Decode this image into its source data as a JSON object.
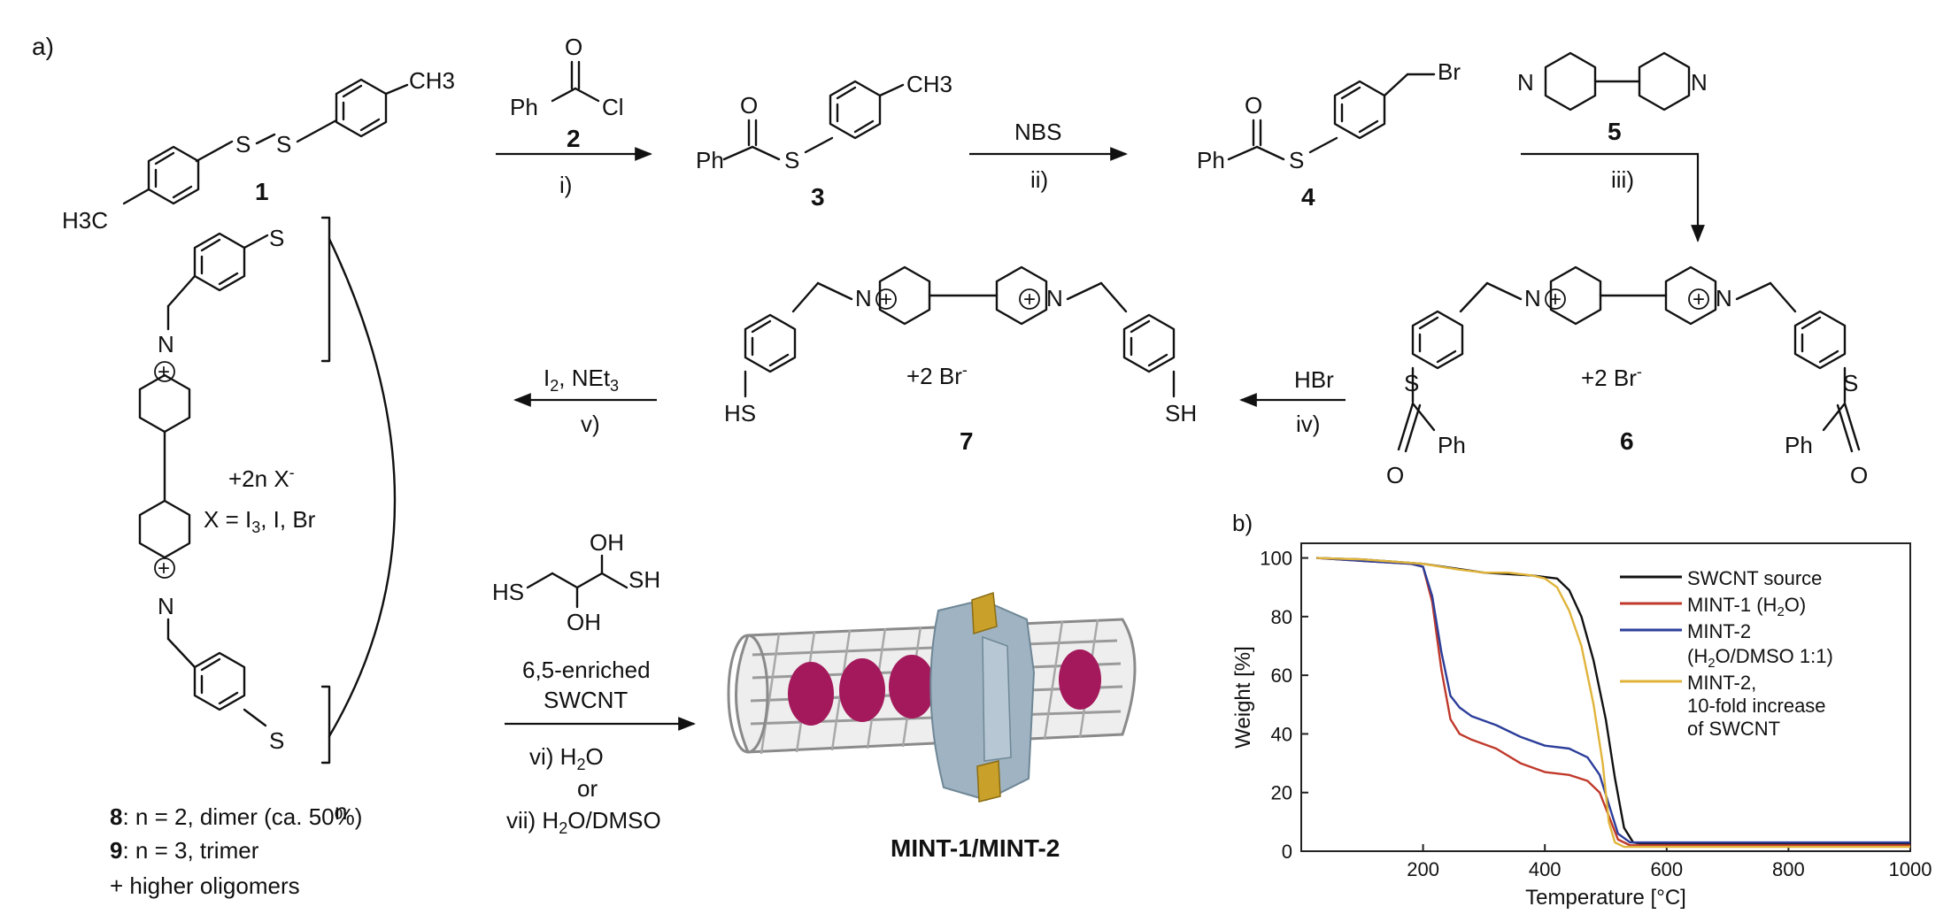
{
  "panel_labels": {
    "a": "a)",
    "b": "b)"
  },
  "compounds": {
    "c1": {
      "number": "1",
      "methyl_top": "CH3",
      "methyl_bottom": "H3C",
      "s1": "S",
      "s2": "S"
    },
    "c2": {
      "number": "2",
      "o": "O",
      "ph": "Ph",
      "cl": "Cl"
    },
    "c3": {
      "number": "3",
      "o": "O",
      "ph": "Ph",
      "s": "S",
      "methyl": "CH3"
    },
    "c4": {
      "number": "4",
      "o": "O",
      "ph": "Ph",
      "s": "S",
      "br": "Br"
    },
    "c5": {
      "number": "5",
      "n1": "N",
      "n2": "N"
    },
    "c6": {
      "number": "6",
      "counterion": "+2 Br",
      "counterion_sup": "-",
      "ph": "Ph",
      "s": "S",
      "o": "O",
      "n": "N",
      "plus": "+"
    },
    "c7": {
      "number": "7",
      "counterion": "+2 Br",
      "counterion_sup": "-",
      "hs": "HS",
      "sh": "SH",
      "n": "N",
      "plus": "+"
    },
    "c8": {
      "caption": ": n = 2, dimer (ca. 50%)",
      "number": "8",
      "s": "S",
      "n": "N",
      "plus": "+",
      "counterion": "+2n X",
      "counterion_sup": "-",
      "x_def_a": "X = I",
      "x_def_sub": "3",
      "x_def_b": ", I, Br",
      "subscript_n": "n"
    },
    "c9": {
      "caption": ": n = 3, trimer",
      "number": "9"
    },
    "oligomers": "+ higher oligomers",
    "dithiol": {
      "hs": "HS",
      "sh": "SH",
      "oh1": "OH",
      "oh2": "OH"
    },
    "product": "MINT-1/MINT-2"
  },
  "reactions": {
    "i": {
      "step": "i)"
    },
    "ii": {
      "reagent": "NBS",
      "step": "ii)"
    },
    "iii": {
      "step": "iii)"
    },
    "iv": {
      "reagent": "HBr",
      "step": "iv)"
    },
    "v": {
      "reagent_a": "I",
      "reagent_sub": "2",
      "reagent_b": ", NEt",
      "reagent_sub2": "3",
      "step": "v)"
    },
    "final": {
      "line1": "6,5-enriched",
      "line2": "SWCNT",
      "vi_a": "vi) H",
      "vi_sub": "2",
      "vi_b": "O",
      "or": "or",
      "vii_a": "vii) H",
      "vii_sub": "2",
      "vii_b": "O/DMSO"
    }
  },
  "colors": {
    "mint1": "#c0392b",
    "mint2": "#2c3e9a",
    "mint2_10x": "#e0b43a",
    "source": "#111111",
    "ring": "#9fb3c2",
    "ring_edge": "#c9a12a",
    "guest": "#a3195b",
    "tube": "#9a9a9a"
  },
  "chart_data": {
    "type": "line",
    "xlabel": "Temperature [°C]",
    "ylabel": "Weight [%]",
    "xlim": [
      0,
      1000
    ],
    "ylim": [
      0,
      105
    ],
    "xticks": [
      200,
      400,
      600,
      800,
      1000
    ],
    "yticks": [
      0,
      20,
      40,
      60,
      80,
      100
    ],
    "grid": false,
    "legend_position": "top-right",
    "series": [
      {
        "name": "SWCNT source",
        "color": "#111111",
        "x": [
          25,
          100,
          200,
          300,
          380,
          420,
          440,
          460,
          480,
          500,
          515,
          530,
          545,
          560,
          600,
          800,
          1000
        ],
        "y": [
          100,
          99.5,
          98,
          95,
          94,
          93,
          89,
          80,
          65,
          45,
          25,
          8,
          3,
          2.5,
          2.5,
          2.5,
          2.5
        ]
      },
      {
        "name_a": "MINT-1 (H",
        "name_sub": "2",
        "name_b": "O)",
        "color": "#c0392b",
        "x": [
          25,
          100,
          180,
          200,
          215,
          230,
          245,
          260,
          280,
          320,
          360,
          400,
          440,
          470,
          490,
          505,
          520,
          540,
          600,
          800,
          1000
        ],
        "y": [
          100,
          99,
          98,
          97,
          85,
          62,
          45,
          40,
          38,
          35,
          30,
          27,
          26,
          24,
          20,
          12,
          4,
          2,
          2,
          2,
          2
        ]
      },
      {
        "name_a": "MINT-2",
        "name_line2_a": "(H",
        "name_line2_sub": "2",
        "name_line2_b": "O/DMSO 1:1)",
        "color": "#2c3e9a",
        "x": [
          25,
          100,
          180,
          200,
          215,
          230,
          245,
          260,
          280,
          320,
          360,
          400,
          440,
          470,
          490,
          505,
          520,
          540,
          600,
          800,
          1000
        ],
        "y": [
          100,
          99,
          98,
          97,
          87,
          68,
          53,
          49,
          46,
          43,
          39,
          36,
          35,
          32,
          26,
          16,
          6,
          3,
          3,
          3,
          3
        ]
      },
      {
        "name_a": "MINT-2,",
        "name_line2": "10-fold increase",
        "name_line3": "of SWCNT",
        "color": "#e0b43a",
        "x": [
          25,
          100,
          200,
          230,
          260,
          300,
          340,
          380,
          400,
          420,
          440,
          460,
          480,
          495,
          505,
          515,
          530,
          600,
          800,
          1000
        ],
        "y": [
          100,
          99.5,
          98,
          97,
          96,
          95,
          95,
          94,
          93,
          90,
          82,
          70,
          50,
          30,
          10,
          3,
          1.5,
          1.5,
          1.5,
          1.5
        ]
      }
    ]
  }
}
